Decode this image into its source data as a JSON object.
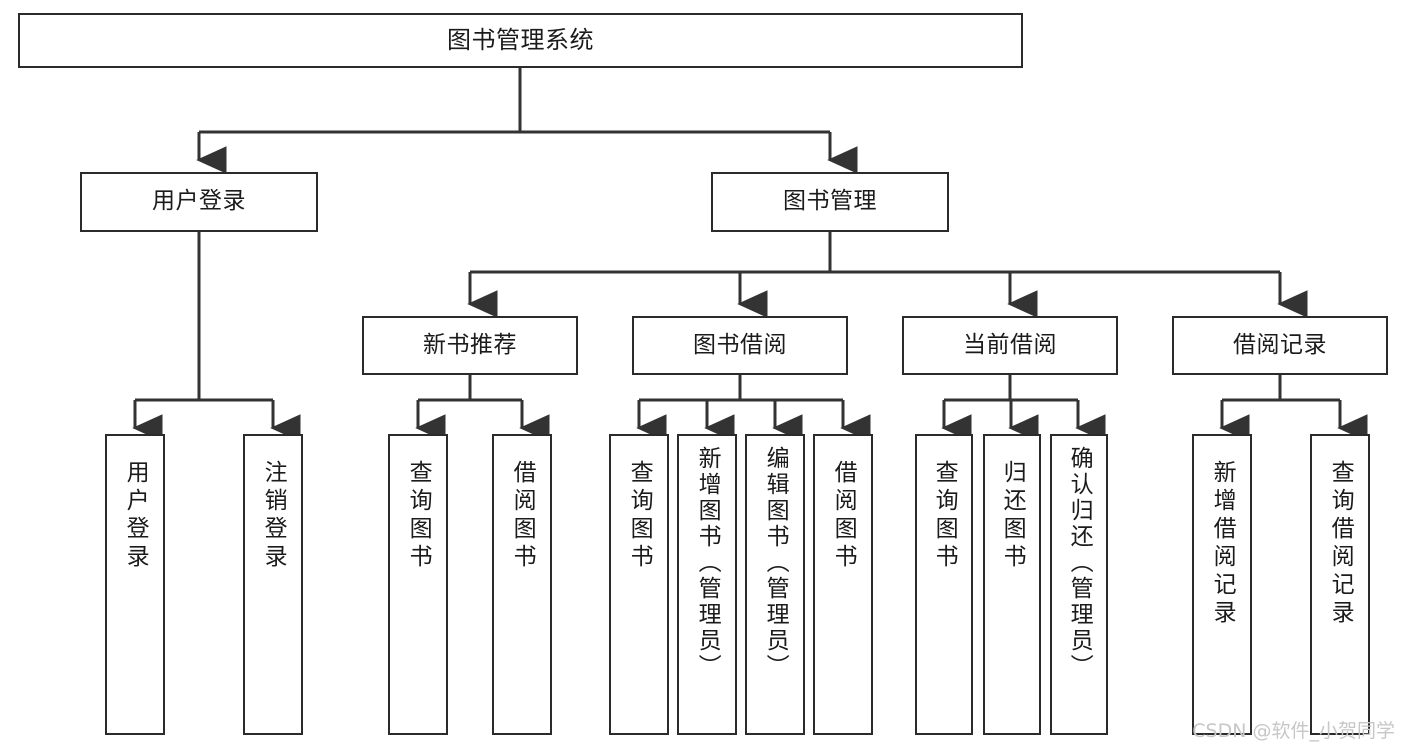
{
  "diagram": {
    "type": "tree-hierarchy",
    "title": "图书管理系统",
    "orientation": "top-down",
    "colors": {
      "box_border": "#2b2b2b",
      "box_fill": "#ffffff",
      "connector": "#333333",
      "text": "#1b1b1b",
      "watermark": "#c7c7c7",
      "background": "#ffffff"
    },
    "watermark": "CSDN @软件_小贺同学",
    "nodes": {
      "root": {
        "label": "图书管理系统"
      },
      "level2": [
        {
          "id": "user-login",
          "label": "用户登录"
        },
        {
          "id": "book-manage",
          "label": "图书管理"
        }
      ],
      "level3": [
        {
          "id": "new-book-recommend",
          "label": "新书推荐"
        },
        {
          "id": "book-borrow",
          "label": "图书借阅"
        },
        {
          "id": "current-borrow",
          "label": "当前借阅"
        },
        {
          "id": "borrow-record",
          "label": "借阅记录"
        }
      ],
      "leaves": {
        "user_login": [
          {
            "id": "leaf-user-login",
            "label": "用户登录"
          },
          {
            "id": "leaf-logout-login",
            "label": "注销登录"
          }
        ],
        "new_book_recommend": [
          {
            "id": "leaf-query-book-1",
            "label": "查询图书"
          },
          {
            "id": "leaf-borrow-book-1",
            "label": "借阅图书"
          }
        ],
        "book_borrow": [
          {
            "id": "leaf-query-book-2",
            "label": "查询图书"
          },
          {
            "id": "leaf-add-book",
            "label": "新增图书（管理员）"
          },
          {
            "id": "leaf-edit-book",
            "label": "编辑图书（管理员）"
          },
          {
            "id": "leaf-borrow-book-2",
            "label": "借阅图书"
          }
        ],
        "current_borrow": [
          {
            "id": "leaf-query-book-3",
            "label": "查询图书"
          },
          {
            "id": "leaf-return-book",
            "label": "归还图书"
          },
          {
            "id": "leaf-confirm-return",
            "label": "确认归还（管理员）"
          }
        ],
        "borrow_record": [
          {
            "id": "leaf-add-record",
            "label": "新增借阅记录"
          },
          {
            "id": "leaf-query-record",
            "label": "查询借阅记录"
          }
        ]
      }
    }
  }
}
